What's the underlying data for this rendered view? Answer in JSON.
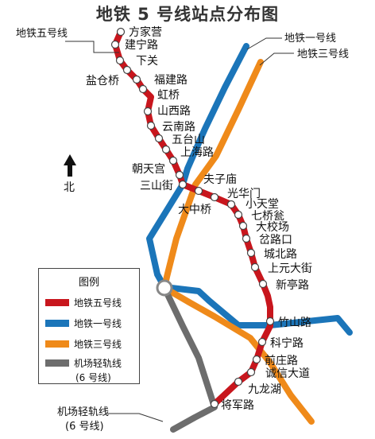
{
  "title": "地铁 5 号线站点分布图",
  "colors": {
    "line5": "#c8161d",
    "line1": "#1b75b9",
    "line3": "#ef8a1a",
    "airport": "#6d6d6d"
  },
  "callouts": {
    "line5": "地铁五号线",
    "line1": "地铁一号线",
    "line3": "地铁三号线",
    "airport_line1": "机场轻轨线",
    "airport_line2": "(6 号线)"
  },
  "compass": {
    "label": "北",
    "icon": "north-arrow-icon"
  },
  "legend": {
    "title": "图例",
    "items": [
      {
        "label": "地铁五号线",
        "color": "#c8161d"
      },
      {
        "label": "地铁一号线",
        "color": "#1b75b9"
      },
      {
        "label": "地铁三号线",
        "color": "#ef8a1a"
      },
      {
        "label": "机场轻轨线",
        "color": "#6d6d6d"
      }
    ],
    "airport_sub": "(6 号线)"
  },
  "stations": [
    "方家营",
    "建宁路",
    "下关",
    "福建路",
    "盐仓桥",
    "虹桥",
    "山西路",
    "云南路",
    "五台山",
    "上海路",
    "朝天宫",
    "三山街",
    "夫子庙",
    "光华门",
    "大中桥",
    "小天堂",
    "七桥瓮",
    "大校场",
    "岔路口",
    "城北路",
    "上元大街",
    "新亭路",
    "竹山路",
    "科宁路",
    "前庄路",
    "诚信大道",
    "九龙湖",
    "将军路"
  ]
}
